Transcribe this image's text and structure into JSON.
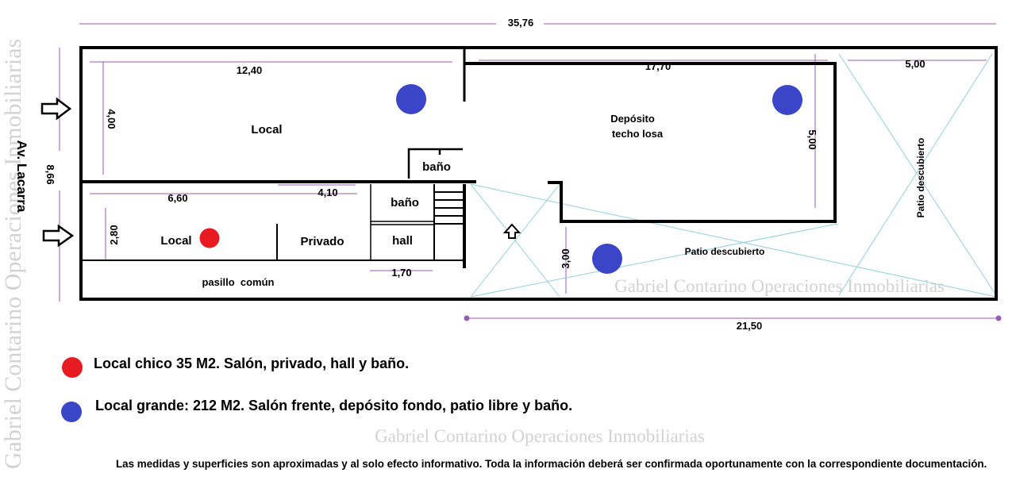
{
  "colors": {
    "red_dot": "#e81b23",
    "blue_dot": "#3a45c8",
    "dimension_line": "#9b59b6",
    "patio_cross": "#8fd1d8",
    "wall": "#000000",
    "watermark": "#d2d2d2"
  },
  "street": "Av. Lacarra",
  "dimensions": {
    "total_length": "35,76",
    "total_width": "8,66",
    "local_grande_length": "12,40",
    "local_grande_width": "4,00",
    "deposito_length": "17,70",
    "deposito_width": "5,00",
    "patio_right_width": "5,00",
    "local_chico_length": "6,60",
    "privado_length": "4,10",
    "local_chico_width": "2,80",
    "hall_width": "1,70",
    "patio_width": "3,00",
    "rear_length": "21,50"
  },
  "rooms": {
    "local_grande": "Local",
    "bano_grande": "baño",
    "deposito_line1": "Depósito",
    "deposito_line2": "techo losa",
    "patio_right": "Patio descubierto",
    "patio_center": "Patio descubierto",
    "local_chico": "Local",
    "privado": "Privado",
    "bano_chico": "baño",
    "hall": "hall",
    "pasillo": "pasillo  común"
  },
  "watermark": "Gabriel Contarino Operaciones Inmobiliarias",
  "legend": [
    {
      "color_key": "red",
      "text": "Local chico  35 M2. Salón, privado, hall y baño."
    },
    {
      "color_key": "blue",
      "text": "Local grande: 212 M2. Salón frente, depósito fondo, patio libre y baño."
    }
  ],
  "disclaimer": "Las medidas y superficies son aproximadas y al solo efecto informativo. Toda la información deberá ser confirmada oportunamente con la correspondiente documentación."
}
